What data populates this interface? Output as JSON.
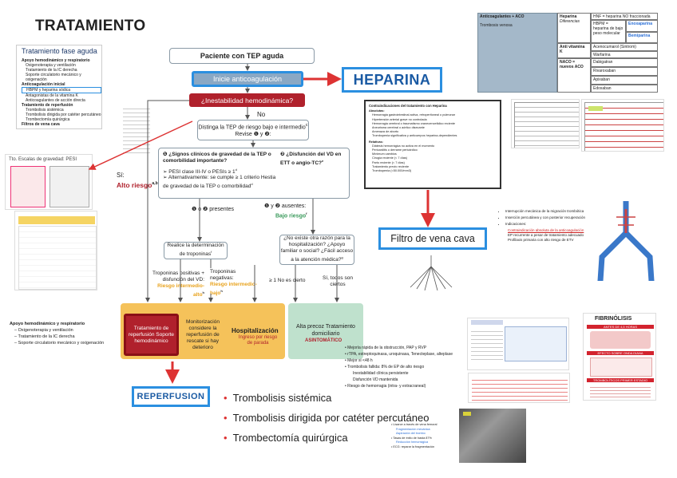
{
  "title": "TRATAMIENTO",
  "flow": {
    "start": "Paciente con TEP aguda",
    "anticoag": "Inicie anticoagulación",
    "instability": "¿Inestabilidad hemodinámica?",
    "no": "No",
    "si_label": "Sí:",
    "alto_riesgo": "Alto riesgo",
    "alto_riesgo_sup": "a,b",
    "distinguish_l1": "Distinga la TEP de riesgo bajo e intermedio",
    "distinguish_sup": "c",
    "distinguish_l2": "Revise ❶ y ❷:",
    "crit1_title": "❶ ¿Signos clínicos de gravedad de la TEP o comorbilidad importante?",
    "crit1_b1": "➢ PESI clase III-IV o PESIs ≥ 1",
    "crit1_b1_sup": "d",
    "crit1_b2": "➢ Alternativamente: se cumple ≥ 1 criterio Hestia de gravedad de la TEP o comorbilidad",
    "crit1_b2_sup": "d",
    "crit2_title": "❷ ¿Disfunción del VD en ETT o angio-TC?",
    "crit2_sup": "e",
    "present": "❶ o ❷ presentes",
    "absent": "❶ y ❷ ausentes:",
    "bajo_riesgo": "Bajo riesgo",
    "bajo_riesgo_sup": "f",
    "troponin": "Realice la determinación de troponinas",
    "troponin_sup": "f",
    "other_reason": "¿No existe otra razón para la hospitalización? ¿Apoyo familiar o social? ¿Fácil acceso a la atención médica?",
    "other_reason_sup": "g",
    "trop_pos": "Troponinas positivas + disfunción del VD:",
    "trop_pos_risk": "Riesgo intermedio-alto",
    "trop_pos_sup": "h",
    "trop_neg": "Troponinas negativas:",
    "trop_neg_risk": "Riesgo intermedio-bajo",
    "trop_neg_sup": "h",
    "ge1": "≥ 1 No es cierto",
    "all_true": "Sí, todos son ciertos",
    "reperfusion_box": "Tratamiento de reperfusión Soporte hemodinámico",
    "monitor_box": "Monitorización considere la reperfusión de rescate si hay deterioro",
    "hospital": "Hospitalización",
    "hospital_note": "Ingreso por riesgo de parada",
    "early_discharge": "Alta precoz Tratamiento domiciliario",
    "asintomatico": "ASINTOMÁTICO"
  },
  "labels": {
    "heparina": "HEPARINA",
    "filtro": "Filtro de vena cava",
    "reperfusion": "REPERFUSION"
  },
  "treatments": [
    "Trombolisis sistémica",
    "Trombolisis dirigida por catéter percutáneo",
    "Trombectomía quirúrgica"
  ],
  "left_panel": {
    "title": "Tratamiento fase aguda",
    "items": [
      "Apoyo hemodinámico y respiratorio",
      "Oxigenoterapia y ventilación",
      "Tratamiento de la IC derecha",
      "Soporte circulatorio mecánico y oxigenación",
      "Anticoagulación inicial",
      "HBPM y heparina sódica",
      "Antagonistas de la vitamina K",
      "Anticoagulantes de acción directa",
      "Tratamiento de reperfusión",
      "Trombolisis sistémica",
      "Trombolisis dirigida por catéter percutáneo",
      "Trombectomía quirúrgica",
      "Filtros de vena cava"
    ]
  },
  "pesi_title": "Tto. Escalas de gravedad: PESI",
  "bottom_left": {
    "head": "Apoyo hemodinámico y respiratorio",
    "items": [
      "Oxigenoterapia y ventilación",
      "Tratamiento de la IC derecha",
      "Soporte circulatorio mecánico y oxigenación"
    ]
  },
  "top_right_table": {
    "anticoag": "Anticoagulantes + ACO",
    "trombosis": "Trombosis venosa",
    "heparina": "Heparina",
    "diferencias": "Diferencias",
    "hnf": "HNF = heparina NO fraccionada",
    "hbpm": "HBPM = heparina de bajo peso molecular",
    "enoxaparina": "Enoxaparina",
    "bemiparina": "Bemiparina",
    "antik": "Anti vitamina K",
    "acenocumarol": "Acenocumarol (Sintrom)",
    "warfarina": "Warfarina",
    "naco": "NACO = nuevos ACO",
    "dabigatran": "Dabigatran",
    "rivaroxaban": "Rivaroxaban",
    "apixaban": "Apixaban",
    "edoxaban": "Edoxaban"
  },
  "contra": {
    "title": "Contraindicaciones del tratamiento con Heparina",
    "abs": "Absolutas:",
    "abs_items": [
      "Hemorragia gastrointestinal activa, retroperitoneal o pulmonar",
      "Hipertensión arterial grave no controlada",
      "Hemorragia cerebral o traumatismo craneoencefálico reciente",
      "Aneurisma cerebral o aórtico disecante",
      "Amenaza de aborto",
      "Trombopenia significativa y anticuerpos heparina-dependientes"
    ],
    "rel": "Relativas:",
    "rel_items": [
      "Diátesis hemorrágica no activa en el momento",
      "Pericarditis o derrame pericárdico",
      "Mínimum cambios",
      "Cirugía reciente (< 7 días)",
      "Parto reciente (< 7 días)",
      "Tratamiento previo reciente",
      "Trombopenia (<50.000/mm3)"
    ]
  },
  "filter_notes": [
    "Interrupción mecánica de la migración trombótica",
    "Inserción percutánea y con posterior recuperación",
    "Indicaciones:",
    "Contraindicación absoluta de la anticoagulación",
    "EP recurrente a pesar de tratamiento adecuado",
    "Profilaxis primaria con alto riesgo de ETV"
  ],
  "fibrinolysis": {
    "title": "FIBRINÓLISIS",
    "item1": "ANTES DE 4,5 HORAS",
    "item2": "EFECTO SOBRE ONDA DIANA",
    "item3": "TROMBOLÍTICOS PRIMER ESTADIO"
  },
  "trombolisis_notes": [
    "Mejoría rápida de la obstrucción, PAP y RVP",
    "rTPA, estreptoquinasa, uroquinasa, Tenecteplase, alteplase",
    "Mejor si <48 h",
    "Trombolisis fallida: 8% de EP de alto riesgo",
    "Inestabilidad clínica persistente",
    "Disfunción VD mantenida",
    "Riesgo de hemorragia (intra- y extracraneal)"
  ],
  "cath_notes": [
    "Lisarce a través de vena femoral",
    "Fragmentación mecánica",
    "Aspiración del trombo",
    "Tasas de éxito de hasta 87%",
    "Reducción hemorrágica",
    "ECG: reparar la fragmentación"
  ],
  "colors": {
    "accent_blue": "#2b8fe0",
    "red": "#b0212c",
    "orange": "#f5c25a",
    "green": "#bfe1cd",
    "risk_yellow": "#e8a21c"
  }
}
